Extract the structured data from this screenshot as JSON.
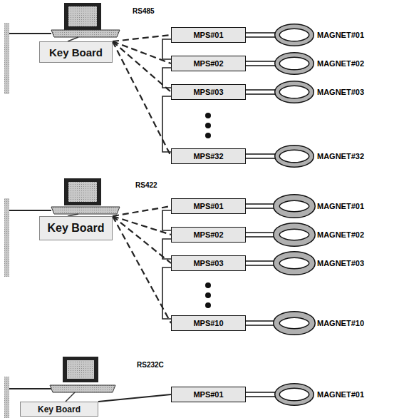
{
  "diagram": {
    "nodes": [
      {
        "text": [
          "Key Board"
        ]
      },
      {
        "text": [
          "MPS#01"
        ]
      },
      {
        "text": [
          "MAGNET#01"
        ]
      },
      {
        "text": [
          "MPS#02"
        ]
      },
      {
        "text": [
          "MAGNET#02"
        ]
      },
      {
        "text": [
          "MPS#03"
        ]
      },
      {
        "text": [
          "MAGNET#03"
        ]
      },
      {
        "text": [
          "MPS#32"
        ]
      },
      {
        "text": [
          "MAGNET#32"
        ]
      },
      {
        "text": [
          "Key Board"
        ]
      },
      {
        "text": [
          "MPS#01"
        ]
      },
      {
        "text": [
          "MAGNET#01"
        ]
      },
      {
        "text": [
          "MPS#02"
        ]
      },
      {
        "text": [
          "MAGNET#02"
        ]
      },
      {
        "text": [
          "MPS#03"
        ]
      },
      {
        "text": [
          "MAGNET#03"
        ]
      },
      {
        "text": [
          "MPS#10"
        ]
      },
      {
        "text": [
          "MAGNET#10"
        ]
      },
      {
        "text": [
          "Key Board"
        ]
      },
      {
        "text": [
          "MPS#01"
        ]
      },
      {
        "text": [
          "MAGNET#01"
        ]
      }
    ],
    "edges": [
      {
        "from": 0,
        "to": 1,
        "arrow": "none"
      },
      {
        "from": 0,
        "to": 3,
        "arrow": "none"
      },
      {
        "from": 0,
        "to": 5,
        "arrow": "none"
      },
      {
        "from": 0,
        "to": 7,
        "arrow": "none"
      },
      {
        "from": 1,
        "to": 2,
        "arrow": "none"
      },
      {
        "from": 3,
        "to": 4,
        "arrow": "none"
      },
      {
        "from": 5,
        "to": 6,
        "arrow": "none"
      },
      {
        "from": 7,
        "to": 8,
        "arrow": "none"
      },
      {
        "from": 1,
        "to": 3,
        "arrow": "none"
      },
      {
        "from": 3,
        "to": 5,
        "arrow": "none"
      },
      {
        "from": 5,
        "to": 7,
        "arrow": "none"
      },
      {
        "from": 9,
        "to": 10,
        "arrow": "none"
      },
      {
        "from": 9,
        "to": 12,
        "arrow": "none"
      },
      {
        "from": 9,
        "to": 14,
        "arrow": "none"
      },
      {
        "from": 9,
        "to": 16,
        "arrow": "none"
      },
      {
        "from": 10,
        "to": 11,
        "arrow": "none"
      },
      {
        "from": 12,
        "to": 13,
        "arrow": "none"
      },
      {
        "from": 14,
        "to": 15,
        "arrow": "none"
      },
      {
        "from": 16,
        "to": 17,
        "arrow": "none"
      },
      {
        "from": 10,
        "to": 12,
        "arrow": "none"
      },
      {
        "from": 12,
        "to": 14,
        "arrow": "none"
      },
      {
        "from": 14,
        "to": 16,
        "arrow": "none"
      },
      {
        "from": 18,
        "to": 19,
        "arrow": "none"
      },
      {
        "from": 19,
        "to": 20,
        "arrow": "none"
      }
    ],
    "labels": [
      "RS485",
      "RS422",
      "RS232C"
    ]
  }
}
